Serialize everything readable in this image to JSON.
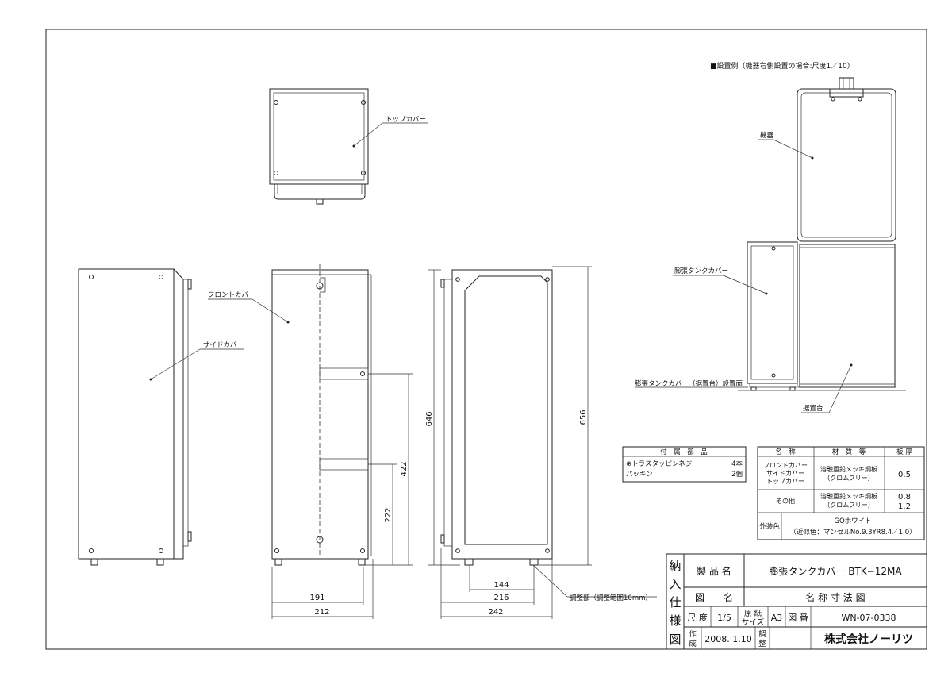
{
  "notes": {
    "install_example": "■設置例（機器右側設置の場合:尺度1／10）"
  },
  "labels": {
    "top_cover": "トップカバー",
    "front_cover": "フロントカバー",
    "side_cover": "サイドカバー",
    "device": "機器",
    "tank_cover": "膨張タンクカバー",
    "install_surface": "膨張タンクカバー（据置台）設置面",
    "stand": "据置台",
    "adjuster": "調整部（調整範囲10mm）"
  },
  "dimensions": {
    "d191": "191",
    "d212": "212",
    "d144": "144",
    "d216": "216",
    "d242": "242",
    "d646": "646",
    "d656": "656",
    "d422": "422",
    "d222": "222"
  },
  "accessories": {
    "header": "付　属　部　品",
    "rows": [
      {
        "name": "⊕トラスタッピンネジ",
        "qty": "4本"
      },
      {
        "name": "パッキン",
        "qty": "2個"
      }
    ]
  },
  "materials": {
    "headers": [
      "名　称",
      "材　質　等",
      "板 厚"
    ],
    "rows": [
      {
        "name_lines": [
          "フロントカバー",
          "サイドカバー",
          "トップカバー"
        ],
        "material_lines": [
          "溶融亜鉛メッキ鋼板",
          "（クロムフリー）"
        ],
        "thickness_lines": [
          "0.5"
        ]
      },
      {
        "name_lines": [
          "その他"
        ],
        "material_lines": [
          "溶融亜鉛メッキ鋼板",
          "（クロムフリー）"
        ],
        "thickness_lines": [
          "0.8",
          "1.2"
        ]
      }
    ],
    "exterior_label": "外装色",
    "exterior_lines": [
      "GQホワイト",
      "（近似色：マンセルNo.9.3YR8.4／1.0）"
    ]
  },
  "title_block": {
    "side_label": [
      "納",
      "入",
      "仕",
      "様",
      "図"
    ],
    "product_name_label": "製 品 名",
    "product_name": "膨張タンクカバー BTK−12MA",
    "drawing_name_label": "図　　名",
    "drawing_name": "名 称 寸 法 図",
    "scale_label": "尺 度",
    "scale": "1/5",
    "paper_label": [
      "原 紙",
      "サイズ"
    ],
    "paper_size": "A3",
    "drawing_no_label": "図 番",
    "drawing_no": "WN-07-0338",
    "created_label": [
      "作",
      "成"
    ],
    "created_date": "2008. 1.10",
    "adjust_label": [
      "調",
      "整"
    ],
    "company": "株式会社ノーリツ"
  }
}
